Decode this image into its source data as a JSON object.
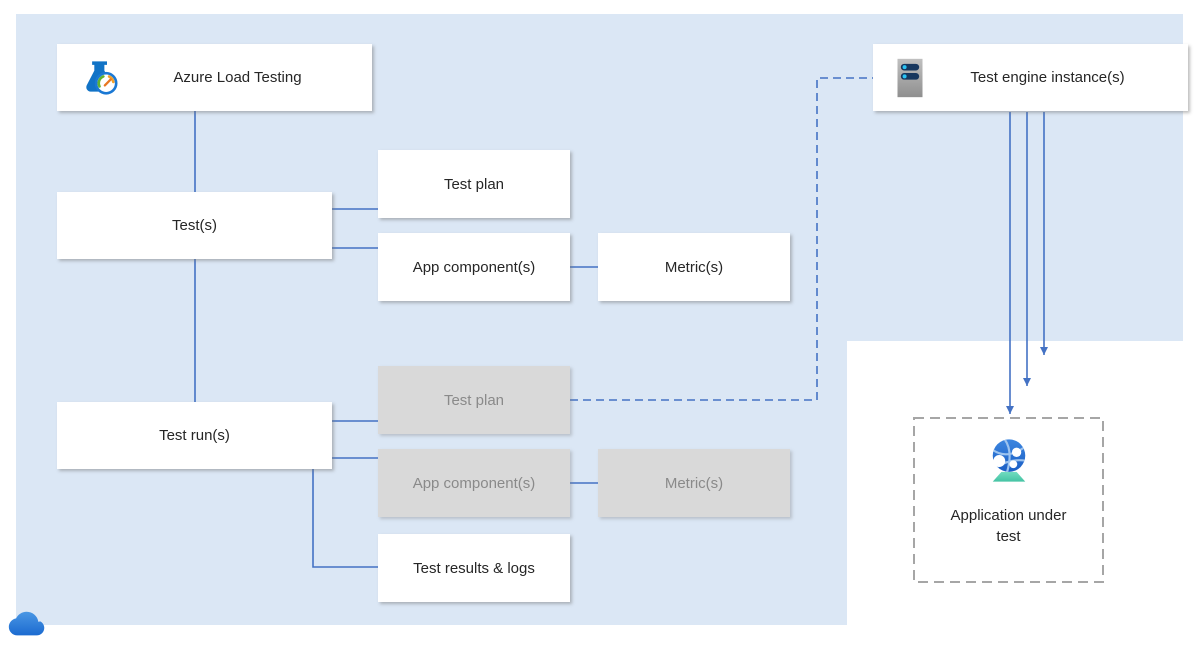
{
  "colors": {
    "canvas_background": "#dbe7f5",
    "connector_blue": "#4472c4",
    "box_white_fill": "#ffffff",
    "box_gray_fill": "#d9d9d9",
    "box_gray_text": "#8a8a8a",
    "dashed_border_gray": "#a6a6a6",
    "label_text": "#262626",
    "cloud_blue": "#2e7dd6"
  },
  "nodes": {
    "azure_load_testing": {
      "label": "Azure Load Testing",
      "icon": "load-testing-flask-gauge-icon"
    },
    "tests": {
      "label": "Test(s)"
    },
    "test_runs": {
      "label": "Test run(s)"
    },
    "test_config": {
      "test_plan": {
        "label": "Test plan"
      },
      "app_components": {
        "label": "App component(s)"
      },
      "metrics": {
        "label": "Metric(s)"
      }
    },
    "run_artifacts": {
      "test_plan": {
        "label": "Test plan"
      },
      "app_components": {
        "label": "App component(s)"
      },
      "metrics": {
        "label": "Metric(s)"
      },
      "test_results_logs": {
        "label": "Test results & logs"
      }
    },
    "test_engine_instances": {
      "label": "Test engine instance(s)",
      "icon": "server-icon"
    },
    "application_under_test": {
      "label": "Application under test",
      "icon": "globe-network-icon"
    }
  },
  "icons": {
    "load_testing": "flask-gauge-icon",
    "test_engine": "server-icon",
    "application": "globe-network-icon",
    "corner": "azure-cloud-icon"
  },
  "edges": [
    {
      "from": "azure_load_testing",
      "to": "tests",
      "style": "solid"
    },
    {
      "from": "tests",
      "to": "test_runs",
      "style": "solid"
    },
    {
      "from": "tests",
      "to": "test_config.test_plan",
      "style": "solid"
    },
    {
      "from": "tests",
      "to": "test_config.app_components",
      "style": "solid"
    },
    {
      "from": "test_config.app_components",
      "to": "test_config.metrics",
      "style": "solid"
    },
    {
      "from": "test_runs",
      "to": "run_artifacts.test_plan",
      "style": "solid"
    },
    {
      "from": "test_runs",
      "to": "run_artifacts.app_components",
      "style": "solid"
    },
    {
      "from": "run_artifacts.app_components",
      "to": "run_artifacts.metrics",
      "style": "solid"
    },
    {
      "from": "test_runs",
      "to": "run_artifacts.test_results_logs",
      "style": "solid-elbow"
    },
    {
      "from": "run_artifacts.test_plan",
      "to": "test_engine_instances",
      "style": "dashed"
    },
    {
      "from": "test_engine_instances",
      "to": "application_under_test",
      "style": "arrow",
      "count": 3
    }
  ]
}
